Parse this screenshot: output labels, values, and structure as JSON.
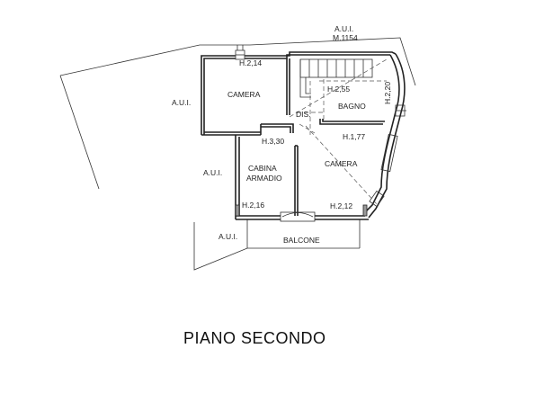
{
  "labels": {
    "aui_top": "A.U.I.",
    "mapref": "M.1154",
    "aui_left1": "A.U.I.",
    "aui_left2": "A.U.I.",
    "aui_bottom": "A.U.I.",
    "camera1": "CAMERA",
    "camera2": "CAMERA",
    "bagno": "BAGNO",
    "dis": "DIS.",
    "cabina": "CABINA",
    "armadio": "ARMADIO",
    "balcone": "BALCONE",
    "h_camera1": "H.2,14",
    "h_bagno": "H.2,55",
    "h_wall": "H.2,20",
    "h_dis": "H.3,30",
    "h_camera2": "H.1,77",
    "h_cabina": "H.2,16",
    "h_camera2b": "H.2,12"
  },
  "title": "PIANO SECONDO"
}
